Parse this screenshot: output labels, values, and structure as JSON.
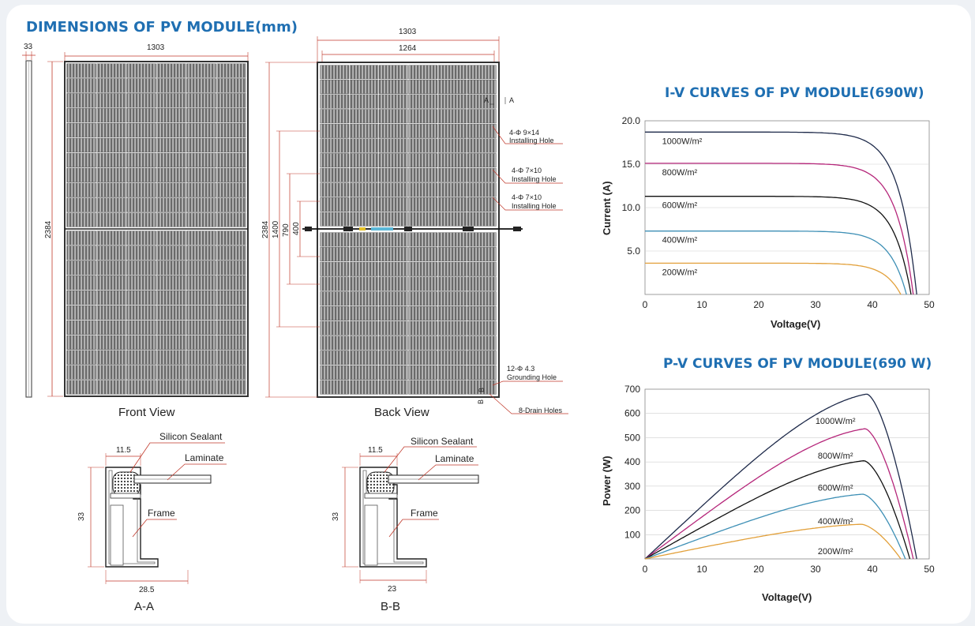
{
  "titles": {
    "main": "DIMENSIONS OF PV MODULE(mm)",
    "iv": "I-V CURVES OF PV MODULE(690W)",
    "pv": "P-V CURVES OF PV MODULE(690 W)"
  },
  "front": {
    "label": "Front View",
    "side_width": "33",
    "width": "1303",
    "height": "2384"
  },
  "back": {
    "label": "Back View",
    "width": "1303",
    "inner_width": "1264",
    "height": "2384",
    "d1400": "1400",
    "d790": "790",
    "d400": "400",
    "a_marker": "A",
    "b_marker": "B",
    "hole1_spec": "4-Φ 9×14",
    "hole1_name": "Installing Hole",
    "hole2_spec": "4-Φ 7×10",
    "hole2_name": "Installing Hole",
    "hole3_spec": "4-Φ 7×10",
    "hole3_name": "Installing Hole",
    "ground_spec": "12-Φ 4.3",
    "ground_name": "Grounding Hole",
    "drain": "8-Drain Holes"
  },
  "section_a": {
    "label": "A-A",
    "sealant": "Silicon Sealant",
    "laminate": "Laminate",
    "frame": "Frame",
    "top": "11.5",
    "height": "33",
    "bottom": "28.5"
  },
  "section_b": {
    "label": "B-B",
    "sealant": "Silicon Sealant",
    "laminate": "Laminate",
    "frame": "Frame",
    "top": "11.5",
    "height": "33",
    "bottom": "23"
  },
  "chart_data": [
    {
      "type": "line",
      "title": "I-V CURVES OF PV MODULE(690W)",
      "xlabel": "Voltage(V)",
      "ylabel": "Current (A)",
      "xlim": [
        0,
        50
      ],
      "ylim": [
        0,
        20
      ],
      "xticks": [
        0,
        10,
        20,
        30,
        40,
        50
      ],
      "yticks": [
        5.0,
        10.0,
        15.0,
        20.0
      ],
      "grid": true,
      "series": [
        {
          "name": "1000W/m²",
          "color": "#1e2a4a",
          "isc": 18.7,
          "voc": 47.8
        },
        {
          "name": "800W/m²",
          "color": "#b5267a",
          "isc": 15.1,
          "voc": 47.2
        },
        {
          "name": "600W/m²",
          "color": "#111111",
          "isc": 11.3,
          "voc": 46.8
        },
        {
          "name": "400W/m²",
          "color": "#3d8fb5",
          "isc": 7.3,
          "voc": 46.0
        },
        {
          "name": "200W/m²",
          "color": "#e2a03a",
          "isc": 3.6,
          "voc": 45.0
        }
      ]
    },
    {
      "type": "line",
      "title": "P-V CURVES OF PV MODULE(690 W)",
      "xlabel": "Voltage(V)",
      "ylabel": "Power (W)",
      "xlim": [
        0,
        50
      ],
      "ylim": [
        0,
        700
      ],
      "xticks": [
        0,
        10,
        20,
        30,
        40,
        50
      ],
      "yticks": [
        100,
        200,
        300,
        400,
        500,
        600,
        700
      ],
      "grid": true,
      "series": [
        {
          "name": "1000W/m²",
          "color": "#1e2a4a",
          "vmp": 39.0,
          "pmax": 680,
          "voc": 47.8
        },
        {
          "name": "800W/m²",
          "color": "#b5267a",
          "vmp": 38.7,
          "pmax": 537,
          "voc": 47.2
        },
        {
          "name": "600W/m²",
          "color": "#111111",
          "vmp": 38.5,
          "pmax": 405,
          "voc": 46.6
        },
        {
          "name": "400W/m²",
          "color": "#3d8fb5",
          "vmp": 38.3,
          "pmax": 267,
          "voc": 45.8
        },
        {
          "name": "200W/m²",
          "color": "#e2a03a",
          "vmp": 38.0,
          "pmax": 143,
          "voc": 45.0
        }
      ]
    }
  ]
}
